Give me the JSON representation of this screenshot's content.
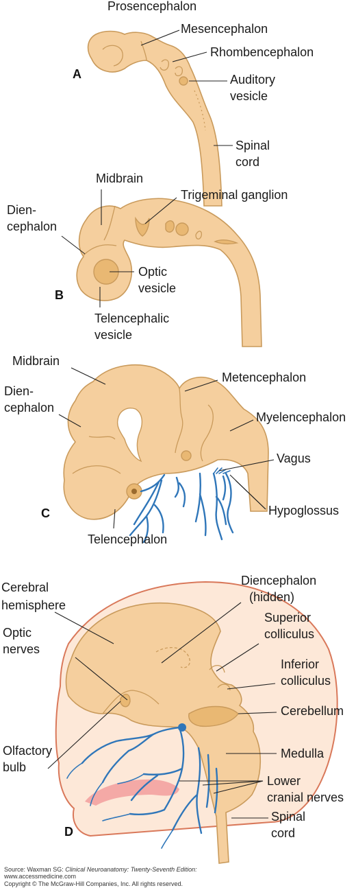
{
  "panels": {
    "a": {
      "letter": "A",
      "labels": {
        "prosencephalon": "Prosencephalon",
        "mesencephalon": "Mesencephalon",
        "rhombencephalon": "Rhombencephalon",
        "auditory_1": "Auditory",
        "auditory_2": "vesicle",
        "spinal_1": "Spinal",
        "spinal_2": "cord"
      }
    },
    "b": {
      "letter": "B",
      "labels": {
        "midbrain": "Midbrain",
        "trigeminal": "Trigeminal ganglion",
        "dien_1": "Dien-",
        "dien_2": "cephalon",
        "optic_1": "Optic",
        "optic_2": "vesicle",
        "telen_1": "Telencephalic",
        "telen_2": "vesicle"
      }
    },
    "c": {
      "letter": "C",
      "labels": {
        "midbrain": "Midbrain",
        "metencephalon": "Metencephalon",
        "dien_1": "Dien-",
        "dien_2": "cephalon",
        "myelencephalon": "Myelencephalon",
        "vagus": "Vagus",
        "hypoglossus": "Hypoglossus",
        "telencephalon": "Telencephalon"
      }
    },
    "d": {
      "letter": "D",
      "labels": {
        "cerebral_1": "Cerebral",
        "cerebral_2": "hemisphere",
        "diencephalon_1": "Diencephalon",
        "diencephalon_2": "(hidden)",
        "sup_coll_1": "Superior",
        "sup_coll_2": "colliculus",
        "optic_1": "Optic",
        "optic_2": "nerves",
        "inf_coll_1": "Inferior",
        "inf_coll_2": "colliculus",
        "cerebellum": "Cerebellum",
        "medulla": "Medulla",
        "olfactory_1": "Olfactory",
        "olfactory_2": "bulb",
        "lower_1": "Lower",
        "lower_2": "cranial nerves",
        "spinal_1": "Spinal",
        "spinal_2": "cord"
      }
    }
  },
  "footer": {
    "source_prefix": "Source: Waxman SG: ",
    "source_title": "Clinical Neuroanatomy: Twenty-Seventh Edition:",
    "url": "www.accessmedicine.com",
    "copyright": "Copyright © The McGraw-Hill Companies, Inc. All rights reserved."
  },
  "colors": {
    "tissue": "#f5cf9e",
    "tissue_outline": "#c99a5b",
    "nerve": "#2f76b9",
    "head_outline": "#d9785a",
    "head_fill": "#fde8d8",
    "palate": "#f4a9a6"
  }
}
